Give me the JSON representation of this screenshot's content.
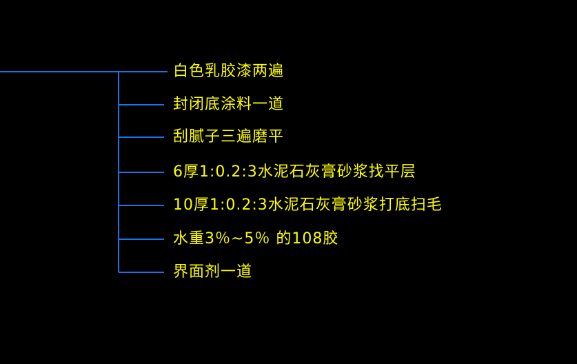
{
  "app": {
    "type": "cad-drawing-annotation",
    "background": "#000000"
  },
  "colors": {
    "background": "#000000",
    "leader_line": "#1874E8",
    "label_text": "#FFFF00"
  },
  "callout": {
    "description": "finish-layers-leader-callout",
    "labels": [
      {
        "text": "白色乳胶漆两遍"
      },
      {
        "text": "封闭底涂料一道"
      },
      {
        "text": "刮腻子三遍磨平"
      },
      {
        "text": "6厚1:0.2:3水泥石灰膏砂浆找平层"
      },
      {
        "text": "10厚1:0.2:3水泥石灰膏砂浆打底扫毛"
      },
      {
        "text": "水重3％~5％ 的108胶"
      },
      {
        "text": "界面剂一道"
      }
    ]
  }
}
